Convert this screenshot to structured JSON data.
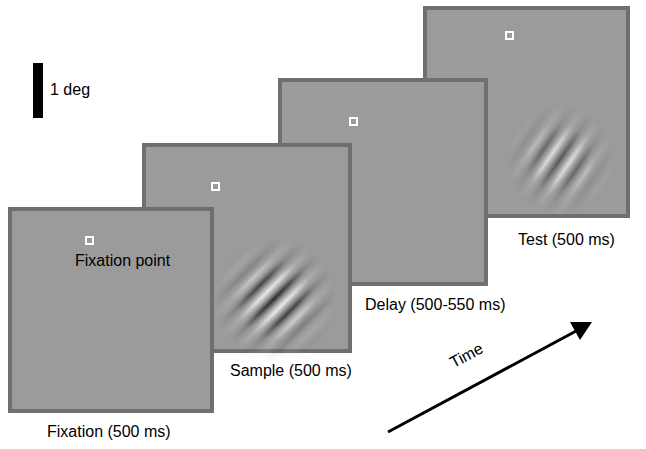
{
  "diagram": {
    "nodes": [
      {
        "text": [
          "Fixation point",
          "Fixation (500 ms)"
        ]
      },
      {
        "text": [
          "Sample (500 ms)"
        ]
      },
      {
        "text": [
          "Delay (500-550 ms)"
        ]
      },
      {
        "text": [
          "Test (500 ms)"
        ]
      }
    ],
    "labels": [
      "1 deg",
      "Time"
    ]
  }
}
